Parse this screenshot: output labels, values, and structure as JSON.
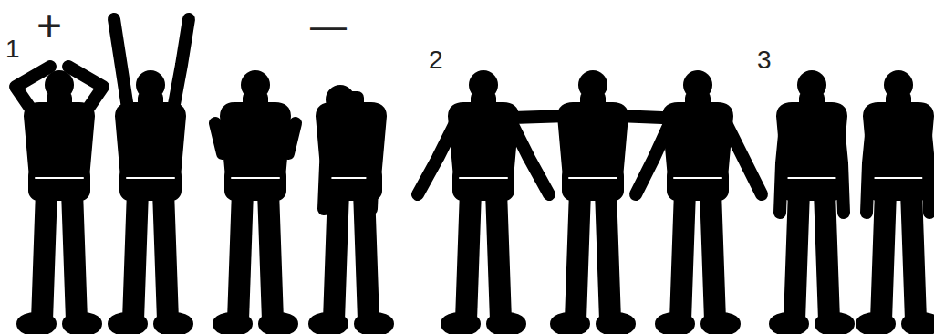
{
  "diagram": {
    "labels": [
      "1",
      "+",
      "—",
      "2",
      "3"
    ]
  }
}
